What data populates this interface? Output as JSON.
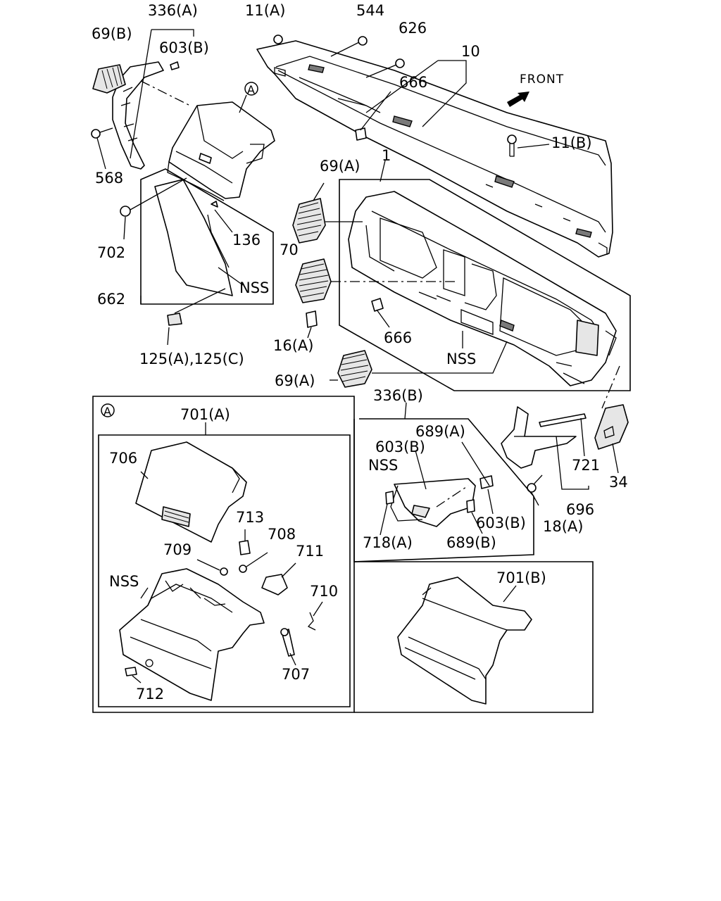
{
  "labels": {
    "l336a": "336(A)",
    "l11a": "11(A)",
    "l544": "544",
    "l626": "626",
    "l10": "10",
    "l69b": "69(B)",
    "l603b_top": "603(B)",
    "lA_top": "A",
    "l666_top": "666",
    "lfront": "FRONT",
    "l11b": "11(B)",
    "l568": "568",
    "l69a_1": "69(A)",
    "l1": "1",
    "l702": "702",
    "l136": "136",
    "l70": "70",
    "lnss_1": "NSS",
    "l662": "662",
    "l16a": "16(A)",
    "l666_mid": "666",
    "lnss_2": "NSS",
    "l125": "125(A),125(C)",
    "l69a_2": "69(A)",
    "l336b": "336(B)",
    "lA_box": "A",
    "l701a": "701(A)",
    "l689a": "689(A)",
    "l603b_mid": "603(B)",
    "lnss_3": "NSS",
    "l706": "706",
    "l721": "721",
    "l34": "34",
    "l713": "713",
    "l603b_low": "603(B)",
    "l18a": "18(A)",
    "l696": "696",
    "l708": "708",
    "l718a": "718(A)",
    "l689b": "689(B)",
    "l709": "709",
    "l711": "711",
    "lnss_4": "NSS",
    "l710": "710",
    "l701b": "701(B)",
    "l707": "707",
    "l712": "712"
  },
  "icons": {
    "front_arrow": "front-arrow-icon",
    "view_marker": "circled-letter-icon"
  }
}
